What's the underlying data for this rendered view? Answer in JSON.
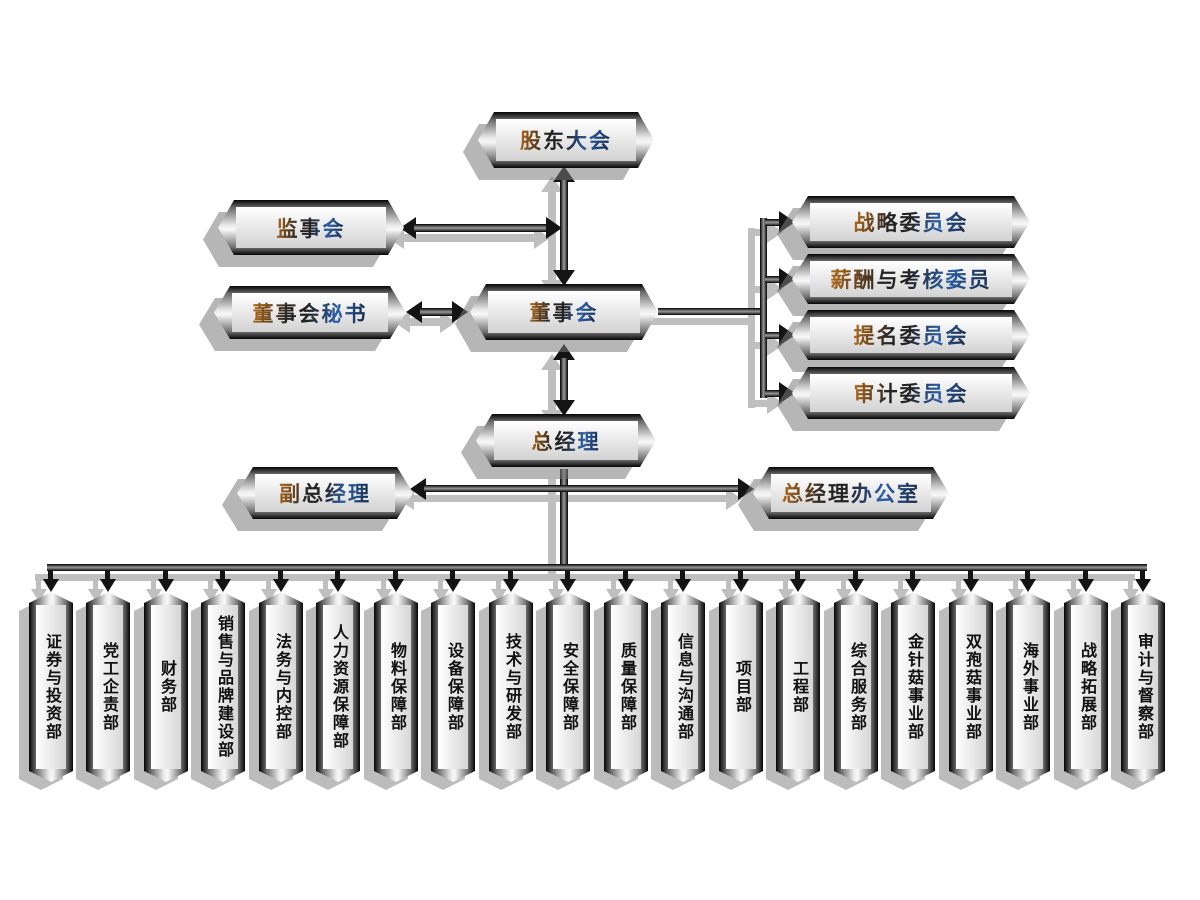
{
  "diagram": {
    "type": "org-chart",
    "nodes": {
      "shareholders": "股东大会",
      "supervisory_board": "监事会",
      "board_secretary": "董事会秘书",
      "board_of_directors": "董事会",
      "strategy_committee": "战略委员会",
      "compensation_committee": "薪酬与考核委员",
      "nomination_committee": "提名委员会",
      "audit_committee": "审计委员会",
      "general_manager": "总经理",
      "deputy_general_manager": "副总经理",
      "gm_office": "总经理办公室"
    },
    "departments": [
      "证券与投资部",
      "党工企责部",
      "财务部",
      "销售与品牌建设部",
      "法务与内控部",
      "人力资源保障部",
      "物料保障部",
      "设备保障部",
      "技术与研发部",
      "安全保障部",
      "质量保障部",
      "信息与沟通部",
      "项目部",
      "工程部",
      "综合服务部",
      "金针菇事业部",
      "双孢菇事业部",
      "海外事业部",
      "战略拓展部",
      "审计与督察部"
    ],
    "colors": {
      "background": "#ffffff",
      "frame_dark": "#0a0a0a",
      "panel_light": "#f5f5f5",
      "shadow_gray": "#8a8a8a",
      "text_accent_orange": "#b86a18",
      "text_accent_blue": "#2a5ea8",
      "text_primary": "#141414"
    }
  }
}
